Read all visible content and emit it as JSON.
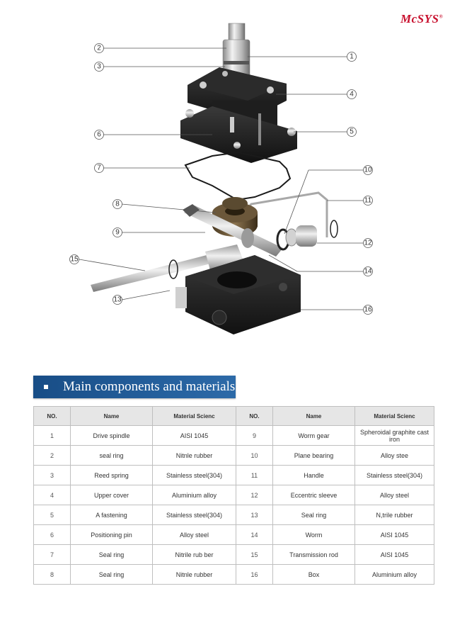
{
  "brand": {
    "logo_text": "McSYS",
    "logo_mark": "®"
  },
  "diagram": {
    "callouts": [
      "1",
      "2",
      "3",
      "4",
      "5",
      "6",
      "7",
      "8",
      "9",
      "10",
      "11",
      "12",
      "13",
      "14",
      "15",
      "16"
    ]
  },
  "section": {
    "title": "Main components and materials"
  },
  "table": {
    "headers": [
      "NO.",
      "Name",
      "Material Scienc",
      "NO.",
      "Name",
      "Material Scienc"
    ],
    "rows": [
      [
        "1",
        "Drive spindle",
        "AISI 1045",
        "9",
        "Worm gear",
        "Spheroidal graphite cast iron"
      ],
      [
        "2",
        "seal ring",
        "Nitnle rubber",
        "10",
        "Plane bearing",
        "Alloy stee"
      ],
      [
        "3",
        "Reed spring",
        "Stainless steel(304)",
        "11",
        "Handle",
        "Stainless steel(304)"
      ],
      [
        "4",
        "Upper cover",
        "Aluminium alloy",
        "12",
        "Eccentric sleeve",
        "Alloy steel"
      ],
      [
        "5",
        "A fastening",
        "Stainless steel(304)",
        "13",
        "Seal ring",
        "N,trile rubber"
      ],
      [
        "6",
        "Positioning pin",
        "Alloy steel",
        "14",
        "Worm",
        "AISI 1045"
      ],
      [
        "7",
        "Seal ring",
        "Nitrile rub ber",
        "15",
        "Transmission rod",
        "AISI 1045"
      ],
      [
        "8",
        "Seal ring",
        "Nitnle rubber",
        "16",
        "Box",
        "Aluminium alloy"
      ]
    ]
  }
}
